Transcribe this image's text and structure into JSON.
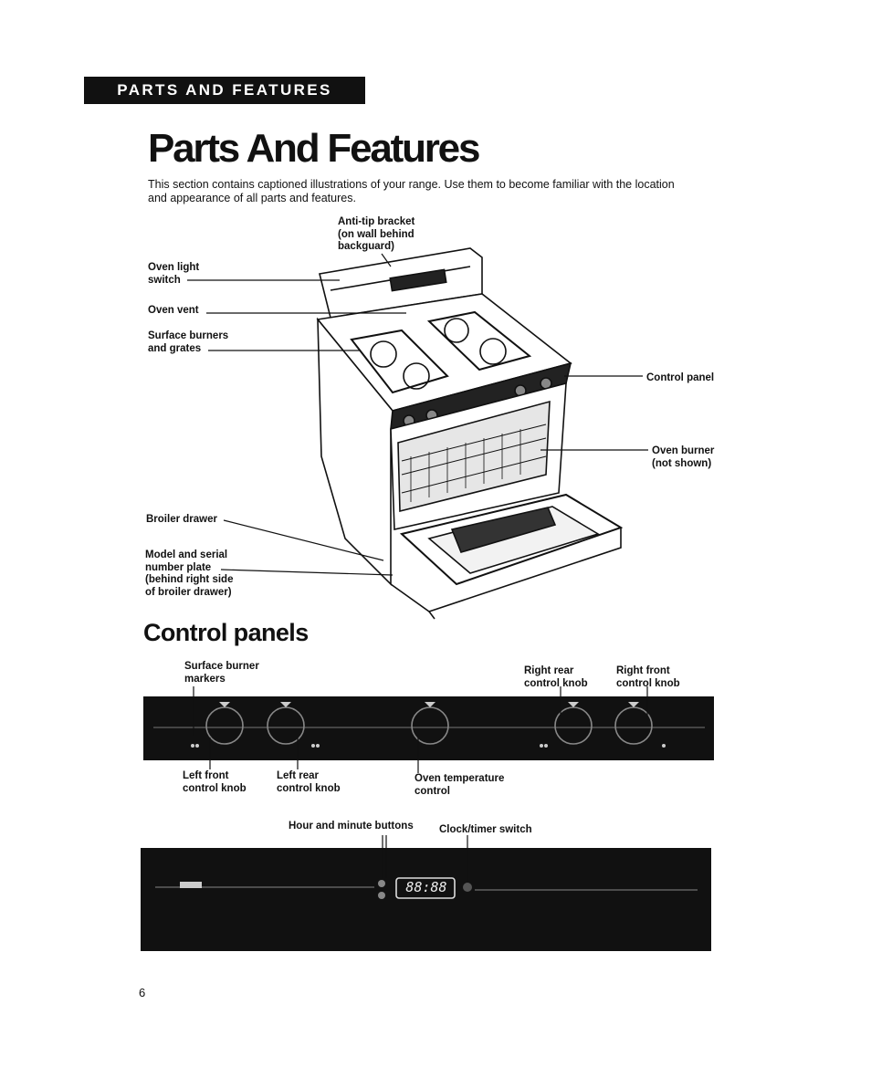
{
  "header": {
    "section_tag": "PARTS AND FEATURES"
  },
  "title": "Parts And Features",
  "intro": "This section contains captioned illustrations of your range. Use them to become familiar with the location and appearance of all parts and features.",
  "range_callouts": {
    "anti_tip": "Anti-tip bracket\n(on wall behind\nbackguard)",
    "oven_light": "Oven light\nswitch",
    "oven_vent": "Oven vent",
    "surface_burners": "Surface burners\nand grates",
    "control_panel": "Control panel",
    "oven_burner": "Oven burner\n(not shown)",
    "broiler_drawer": "Broiler drawer",
    "model_plate": "Model and serial\nnumber plate\n(behind right side\nof broiler drawer)"
  },
  "control_panels_title": "Control panels",
  "panel_callouts": {
    "surface_markers": "Surface burner\nmarkers",
    "right_rear": "Right rear\ncontrol knob",
    "right_front": "Right front\ncontrol knob",
    "left_front": "Left front\ncontrol knob",
    "left_rear": "Left rear\ncontrol knob",
    "oven_temp": "Oven temperature\ncontrol",
    "hour_minute": "Hour and minute buttons",
    "clock_timer": "Clock/timer switch"
  },
  "clock_display": "88:88",
  "page_number": "6",
  "colors": {
    "panel": "#111111",
    "paper": "#ffffff",
    "ink": "#111111"
  },
  "icons": [
    "range-illustration",
    "control-knob-icon",
    "clock-display-icon"
  ]
}
